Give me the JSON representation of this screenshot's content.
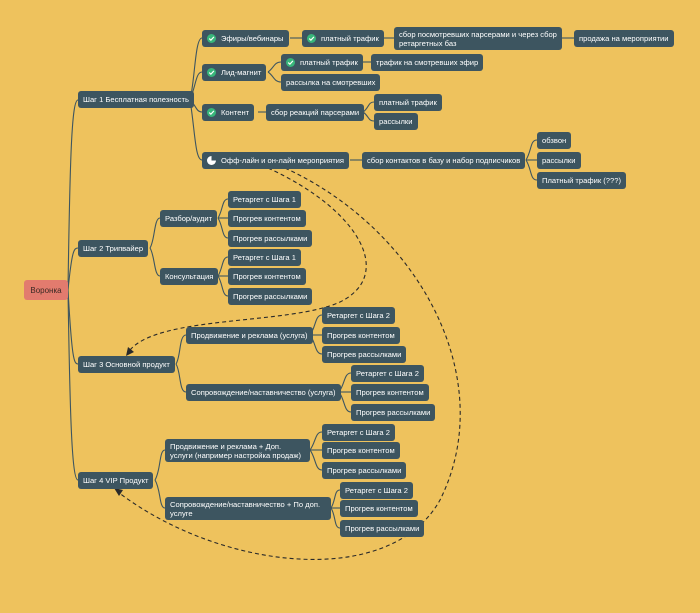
{
  "root": "Воронка",
  "steps": [
    {
      "label": "Шаг 1 Бесплатная полезность",
      "children": [
        {
          "label": "Эфиры/вебинары",
          "icon": "check-done-icon",
          "children": [
            {
              "label": "платный трафик",
              "icon": "check-done-icon",
              "children": [
                {
                  "label": "сбор посмотревших парсерами и через сбор ретаргетных баз",
                  "children": [
                    {
                      "label": "продажа на мероприятии"
                    }
                  ]
                }
              ]
            }
          ]
        },
        {
          "label": "Лид-магнит",
          "icon": "check-done-icon",
          "children": [
            {
              "label": "платный трафик",
              "icon": "check-done-icon",
              "children": [
                {
                  "label": "трафик на смотревших эфир"
                }
              ]
            },
            {
              "label": "рассылка на смотревших"
            }
          ]
        },
        {
          "label": "Контент",
          "icon": "check-done-icon",
          "children": [
            {
              "label": "сбор реакций парсерами",
              "children": [
                {
                  "label": "платный трафик"
                },
                {
                  "label": "рассылки"
                }
              ]
            }
          ]
        },
        {
          "label": "Офф-лайн и он-лайн мероприятия",
          "icon": "progress-quarter-icon",
          "children": [
            {
              "label": "сбор контактов в базу и набор подписчиков",
              "children": [
                {
                  "label": "обзвон"
                },
                {
                  "label": "рассылки"
                },
                {
                  "label": "Платный трафик (???)"
                }
              ]
            }
          ]
        }
      ]
    },
    {
      "label": "Шаг 2 Трипвайер",
      "children": [
        {
          "label": "Разбор/аудит",
          "children": [
            {
              "label": "Ретаргет с Шага 1"
            },
            {
              "label": "Прогрев контентом"
            },
            {
              "label": "Прогрев рассылками"
            }
          ]
        },
        {
          "label": "Консультация",
          "children": [
            {
              "label": "Ретаргет с Шага 1"
            },
            {
              "label": "Прогрев контентом"
            },
            {
              "label": "Прогрев рассылками"
            }
          ]
        }
      ]
    },
    {
      "label": "Шаг 3 Основной продукт",
      "children": [
        {
          "label": "Продвижение и реклама (услуга)",
          "children": [
            {
              "label": "Ретаргет с Шага 2"
            },
            {
              "label": "Прогрев контентом"
            },
            {
              "label": "Прогрев рассылками"
            }
          ]
        },
        {
          "label": "Сопровождение/наставничество (услуга)",
          "children": [
            {
              "label": "Ретаргет с Шага 2"
            },
            {
              "label": "Прогрев контентом"
            },
            {
              "label": "Прогрев рассылками"
            }
          ]
        }
      ]
    },
    {
      "label": "Шаг 4 VIP Продукт",
      "children": [
        {
          "label": "Продвижение и реклама + Доп. услуги (например настройка продаж)",
          "children": [
            {
              "label": "Ретаргет с Шага 2"
            },
            {
              "label": "Прогрев контентом"
            },
            {
              "label": "Прогрев рассылками"
            }
          ]
        },
        {
          "label": "Сопровождение/наставничество + По доп. услуге",
          "children": [
            {
              "label": "Ретаргет с Шага 2"
            },
            {
              "label": "Прогрев контентом"
            },
            {
              "label": "Прогрев рассылками"
            }
          ]
        }
      ]
    }
  ],
  "colors": {
    "background": "#eec25d",
    "node": "#3d5560",
    "root": "#e27b6e",
    "line": "#3d5560",
    "done": "#38b67a"
  }
}
